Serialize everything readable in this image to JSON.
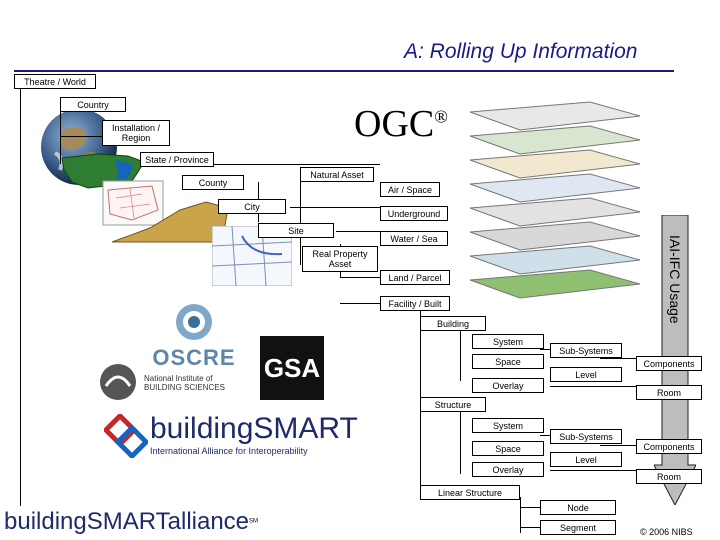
{
  "title": "A: Rolling Up Information",
  "ogc": {
    "text": "OGC",
    "mark": "®"
  },
  "iai_label": "IAI-IFC Usage",
  "copyright": "© 2006 NIBS",
  "logos": {
    "oscre": "OSCRE",
    "nibs": "National Institute of BUILDING SCIENCES",
    "gsa": "GSA",
    "bsmart": "buildingSMART",
    "bsmart_sub": "International Alliance for Interoperability",
    "bsa": "buildingSMARTalliance",
    "bsa_tm": "SM"
  },
  "boxes": {
    "theatre": "Theatre / World",
    "country": "Country",
    "installation": "Installation / Region",
    "state": "State / Province",
    "natural_asset": "Natural Asset",
    "county": "County",
    "air_space": "Air / Space",
    "city": "City",
    "underground": "Underground",
    "site": "Site",
    "water_sea": "Water / Sea",
    "real_property": "Real Property Asset",
    "land_parcel": "Land / Parcel",
    "facility": "Facility / Built",
    "building": "Building",
    "system1": "System",
    "space1": "Space",
    "overlay1": "Overlay",
    "subsystems1": "Sub-Systems",
    "level1": "Level",
    "components1": "Components",
    "room1": "Room",
    "structure": "Structure",
    "system2": "System",
    "space2": "Space",
    "overlay2": "Overlay",
    "subsystems2": "Sub-Systems",
    "level2": "Level",
    "components2": "Components",
    "room2": "Room",
    "linear": "Linear Structure",
    "node": "Node",
    "segment": "Segment"
  },
  "colors": {
    "title": "#1a1a8a",
    "arrow": "#bdbdbd",
    "land": "#c9a44a"
  }
}
